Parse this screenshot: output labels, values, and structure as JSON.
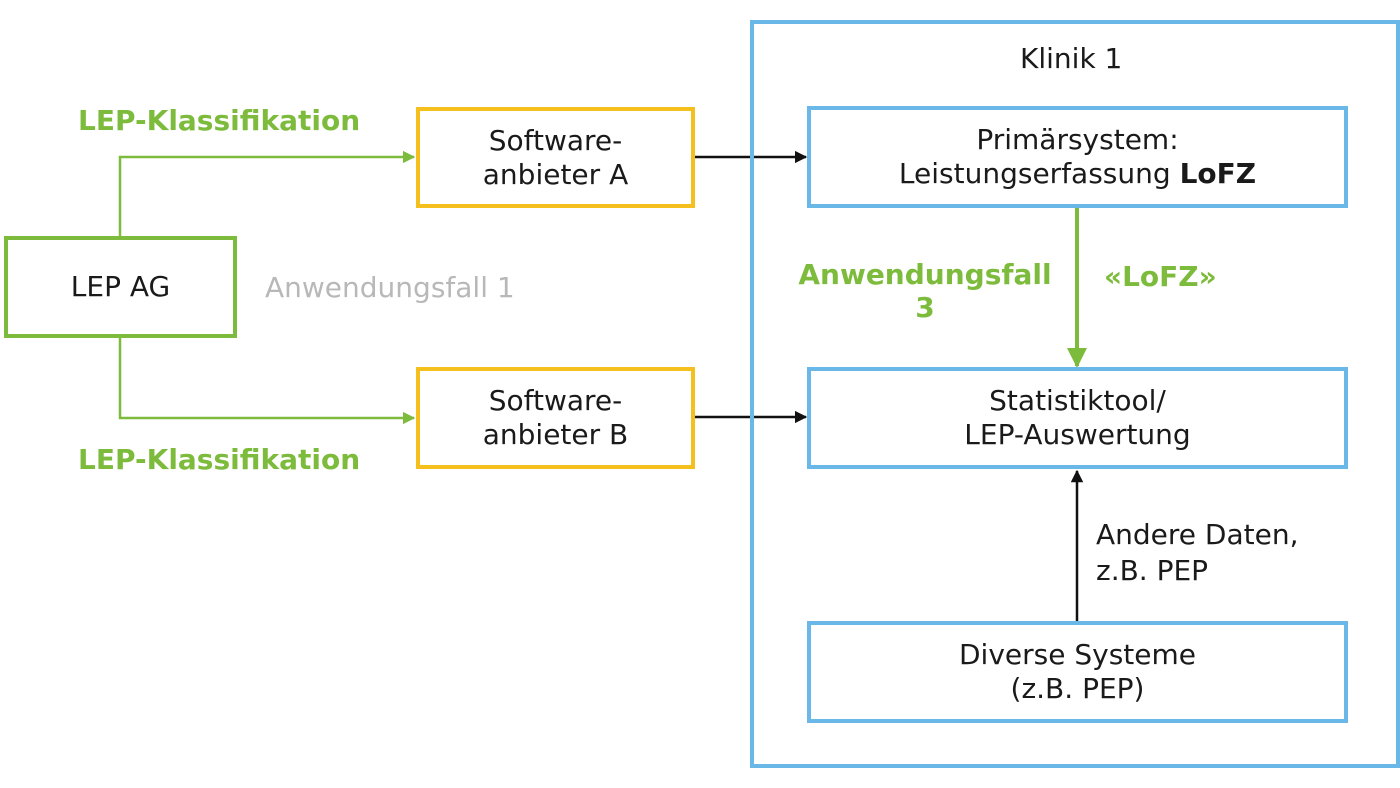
{
  "colors": {
    "green": "#7dbb3c",
    "yellow": "#f5bf1d",
    "blue": "#6ab8e8",
    "gray_text": "#b8b8b8",
    "text": "#1a1a1a"
  },
  "clinic": {
    "title": "Klinik 1"
  },
  "nodes": {
    "lep_ag": "LEP AG",
    "vendor_a": {
      "line1": "Software-",
      "line2": "anbieter A"
    },
    "vendor_b": {
      "line1": "Software-",
      "line2": "anbieter B"
    },
    "primary": {
      "line1": "Primärsystem:",
      "line2": "Leistungserfassung",
      "line2_bold": "LoFZ"
    },
    "stats": {
      "line1": "Statistiktool/",
      "line2": "LEP-Auswertung"
    },
    "diverse": {
      "line1": "Diverse Systeme",
      "line2": "(z.B. PEP)"
    }
  },
  "edge_labels": {
    "classification_top": "LEP-Klassifikation",
    "classification_bottom": "LEP-Klassifikation",
    "use_case_1": "Anwendungsfall 1",
    "use_case_3_line1": "Anwendungsfall",
    "use_case_3_line2": "3",
    "lofz_tag": "«LoFZ»",
    "other_data_line1": "Andere Daten,",
    "other_data_line2": "z.B. PEP"
  }
}
